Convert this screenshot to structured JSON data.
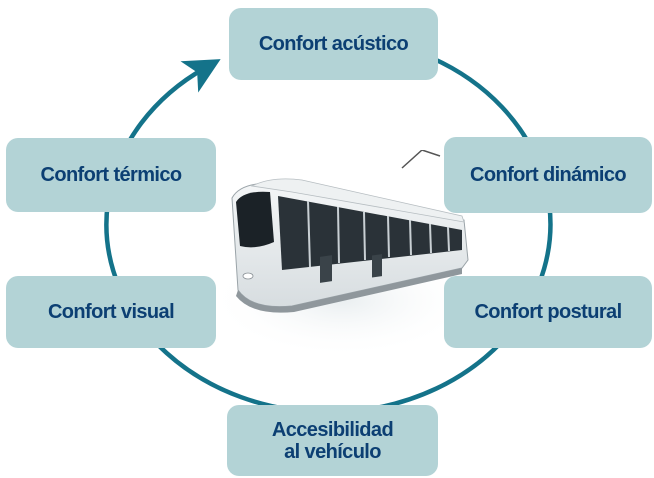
{
  "diagram": {
    "nodes": {
      "acustico": "Confort acústico",
      "dinamico": "Confort dinámico",
      "postural": "Confort postural",
      "accesibilidad_line1": "Accesibilidad",
      "accesibilidad_line2": "al vehículo",
      "visual": "Confort visual",
      "termico": "Confort térmico"
    },
    "center_image": "tram-illustration"
  },
  "colors": {
    "ring": "#14738a",
    "node_fill": "#b3d3d6",
    "node_text": "#0c3f73"
  }
}
